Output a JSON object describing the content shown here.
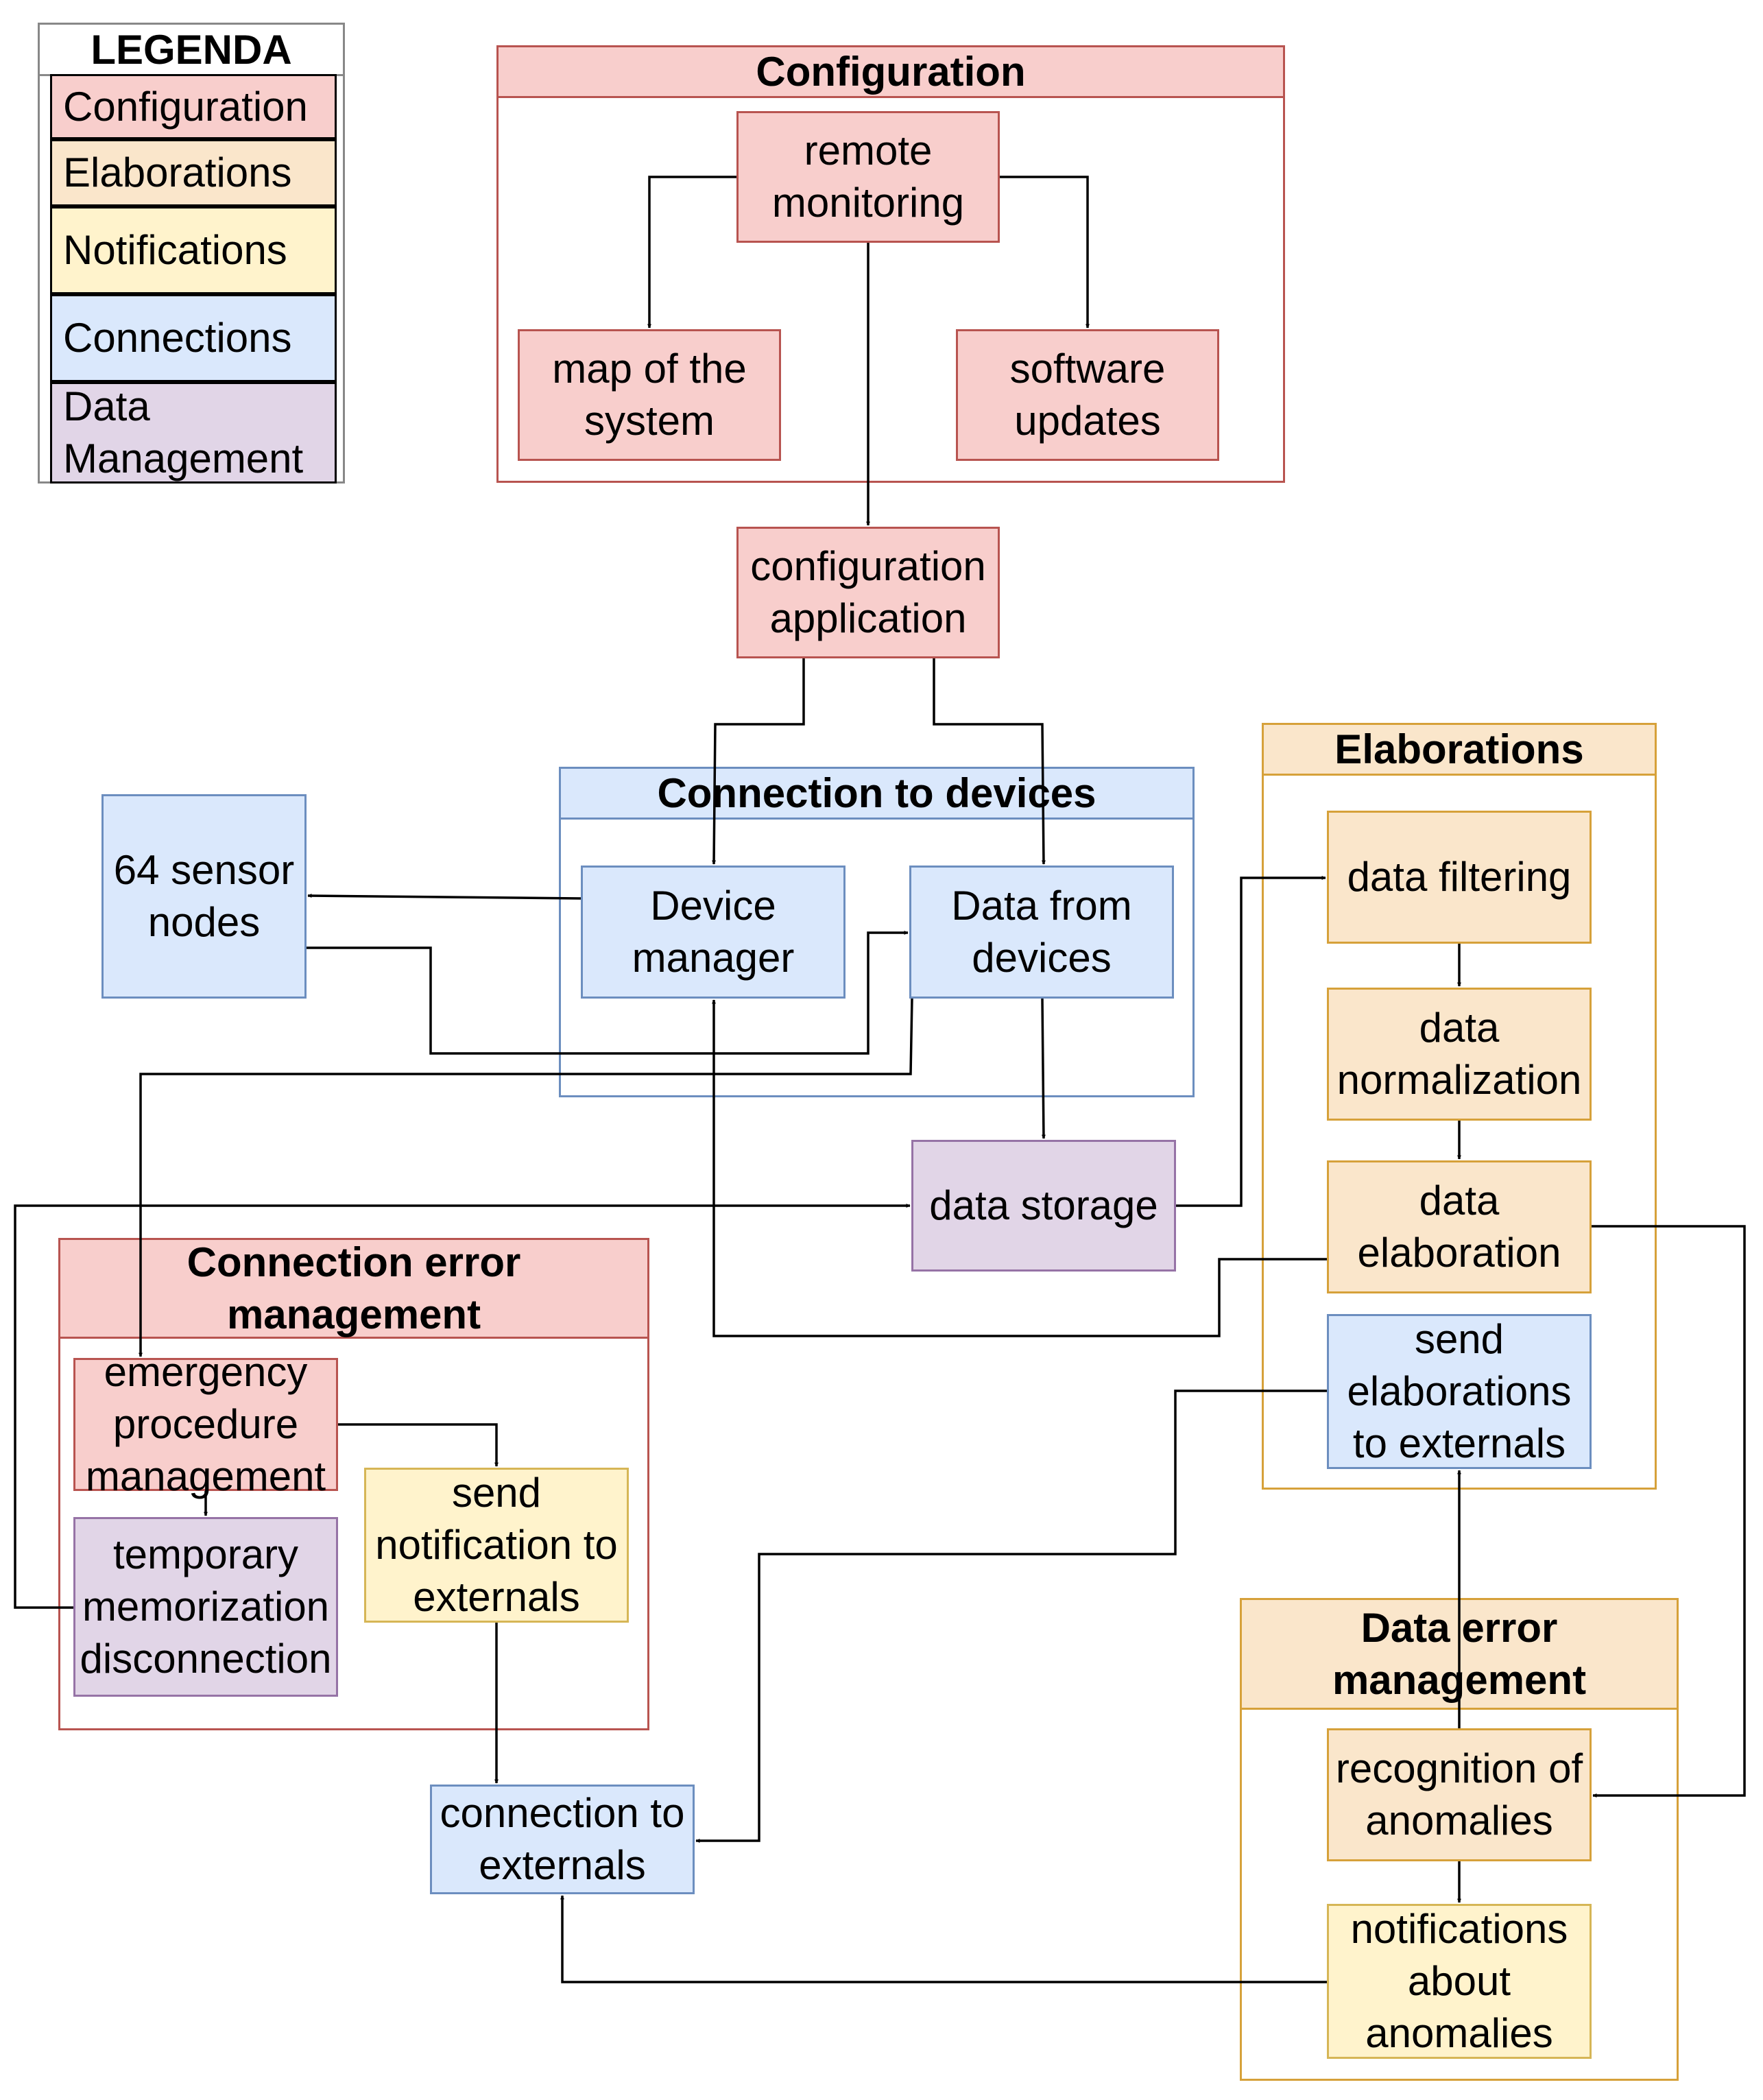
{
  "legend": {
    "title": "LEGENDA",
    "items": [
      {
        "label": "Configuration",
        "color": "#f8cecc"
      },
      {
        "label": "Elaborations",
        "color": "#fae6cb"
      },
      {
        "label": "Notifications",
        "color": "#fff3cc"
      },
      {
        "label": "Connections",
        "color": "#dae8fc"
      },
      {
        "label": "Data Management",
        "color": "#e1d5e7"
      }
    ]
  },
  "groups": {
    "configuration": "Configuration",
    "connection_to_devices": "Connection to devices",
    "elaborations": "Elaborations",
    "connection_error_management": "Connection error management",
    "data_error_management": "Data error management"
  },
  "nodes": {
    "remote_monitoring": "remote monitoring",
    "map_of_the_system": "map of the system",
    "software_updates": "software updates",
    "configuration_application": "configuration application",
    "sensor_nodes": "64 sensor nodes",
    "device_manager": "Device manager",
    "data_from_devices": "Data from devices",
    "data_storage": "data storage",
    "data_filtering": "data filtering",
    "data_normalization": "data normalization",
    "data_elaboration": "data elaboration",
    "send_elaborations": "send elaborations to externals",
    "emergency_procedure": "emergency procedure management",
    "temporary_memorization": "temporary memorization disconnection",
    "send_notification": "send notification to externals",
    "connection_to_externals": "connection to externals",
    "recognition_of_anomalies": "recognition of anomalies",
    "notifications_about_anomalies": "notifications about anomalies"
  }
}
